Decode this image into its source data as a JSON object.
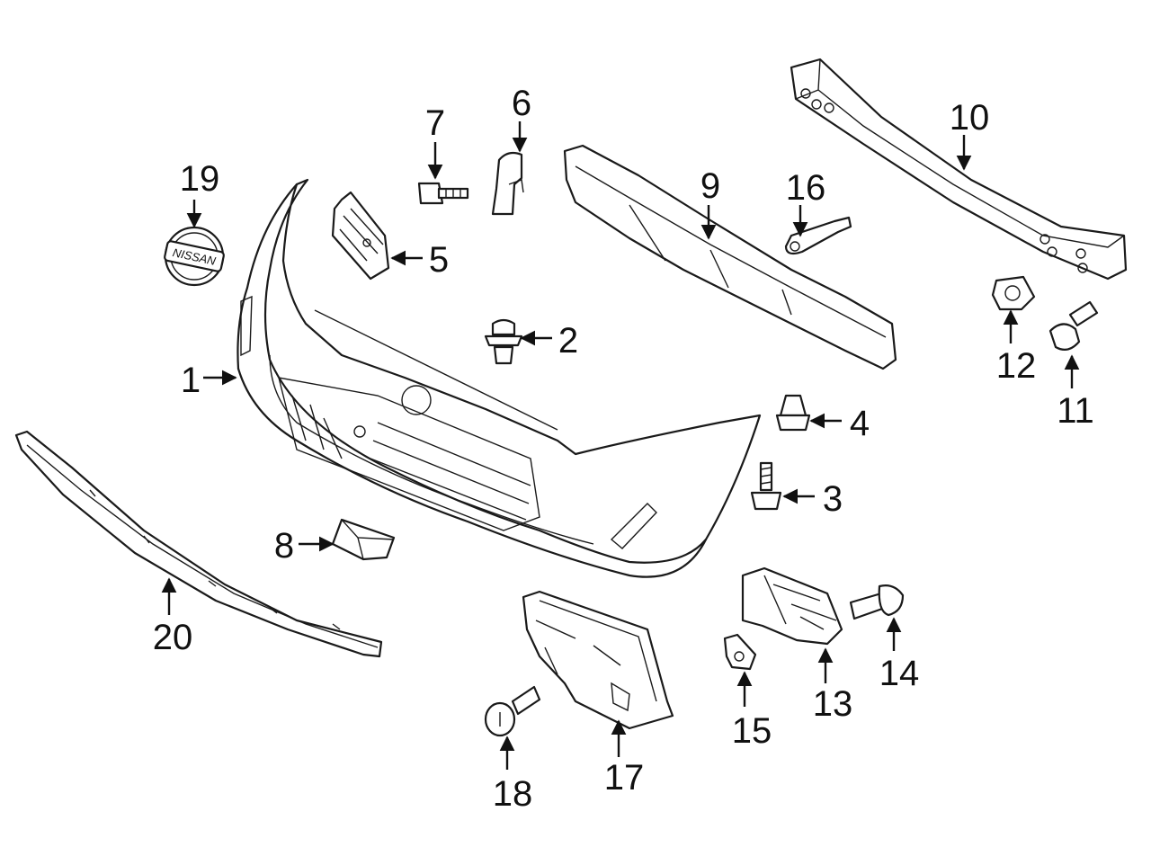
{
  "diagram": {
    "callouts": [
      {
        "id": "1",
        "label": "1"
      },
      {
        "id": "2",
        "label": "2"
      },
      {
        "id": "3",
        "label": "3"
      },
      {
        "id": "4",
        "label": "4"
      },
      {
        "id": "5",
        "label": "5"
      },
      {
        "id": "6",
        "label": "6"
      },
      {
        "id": "7",
        "label": "7"
      },
      {
        "id": "8",
        "label": "8"
      },
      {
        "id": "9",
        "label": "9"
      },
      {
        "id": "10",
        "label": "10"
      },
      {
        "id": "11",
        "label": "11"
      },
      {
        "id": "12",
        "label": "12"
      },
      {
        "id": "13",
        "label": "13"
      },
      {
        "id": "14",
        "label": "14"
      },
      {
        "id": "15",
        "label": "15"
      },
      {
        "id": "16",
        "label": "16"
      },
      {
        "id": "17",
        "label": "17"
      },
      {
        "id": "18",
        "label": "18"
      },
      {
        "id": "19",
        "label": "19"
      },
      {
        "id": "20",
        "label": "20"
      }
    ],
    "emblem_text": "NISSAN"
  }
}
